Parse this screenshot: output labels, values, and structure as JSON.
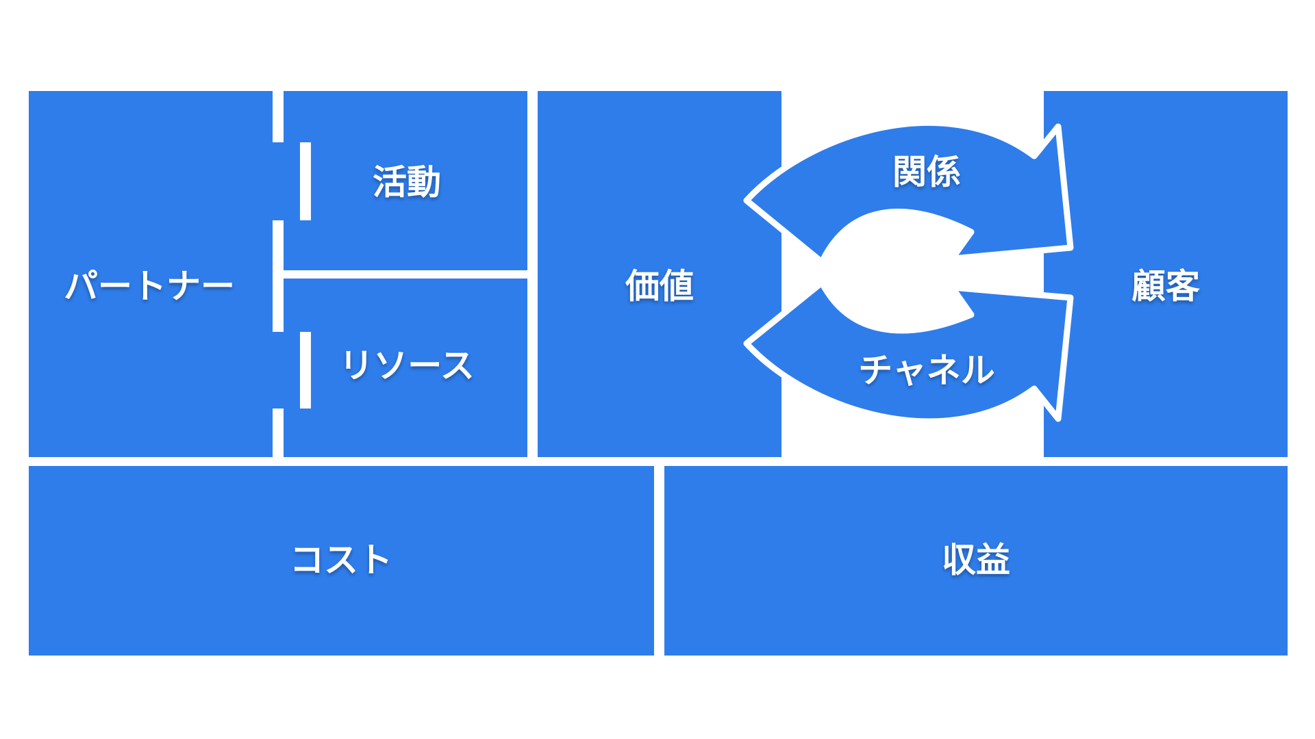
{
  "canvas": {
    "block_color": "#2f7deb",
    "background_color": "#ffffff"
  },
  "labels": {
    "partners": "パートナー",
    "activities": "活動",
    "resources": "リソース",
    "value": "価値",
    "relationships": "関係",
    "channels": "チャネル",
    "customers": "顧客",
    "cost": "コスト",
    "revenue": "収益"
  }
}
